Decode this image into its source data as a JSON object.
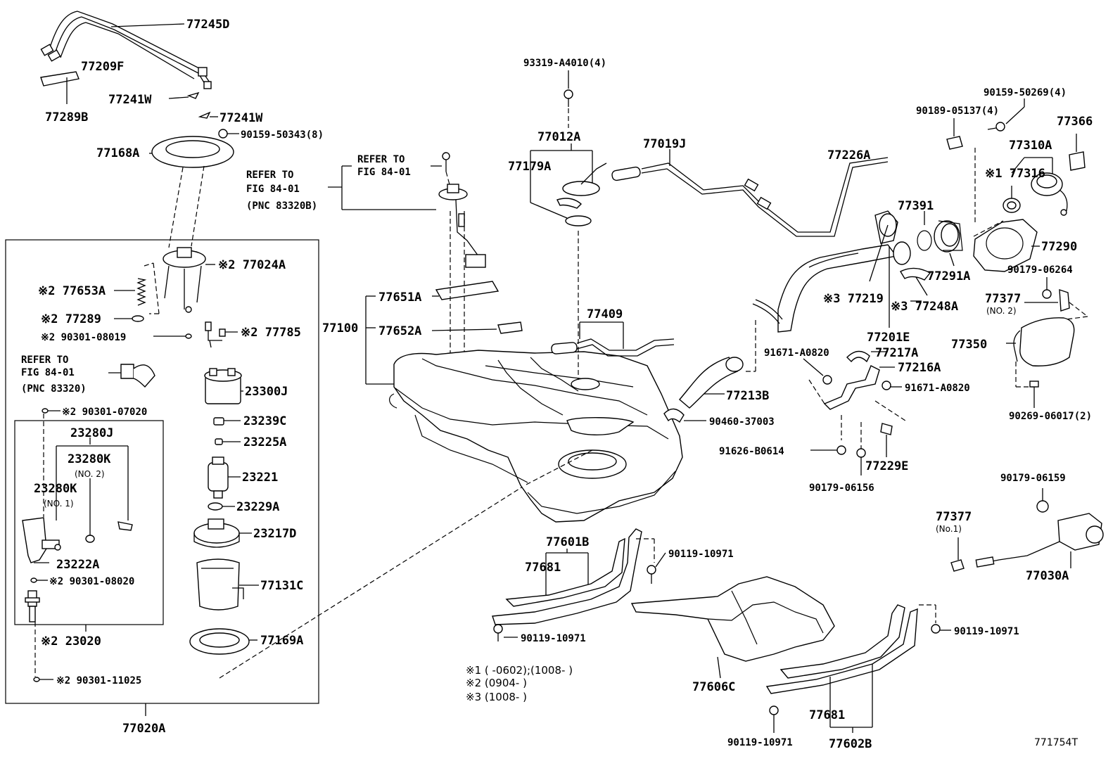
{
  "diagram": {
    "figure_id": "771754T",
    "notes": {
      "n1": "※1 (     -0602);(1008-     )",
      "n2": "※2 (0904-     )",
      "n3": "※3 (1008-     )"
    },
    "labels": {
      "p77245D": "77245D",
      "p77209F": "77209F",
      "p77289B": "77289B",
      "p77241W_a": "77241W",
      "p77241W_b": "77241W",
      "p90159_50343": "90159-50343(8)",
      "p77168A": "77168A",
      "refer1_a": "REFER TO",
      "refer1_b": "FIG 84-01",
      "refer1_c": "(PNC 83320B)",
      "refer2_a": "REFER TO",
      "refer2_b": "FIG 84-01",
      "p77024A": "※2 77024A",
      "p77653A": "※2 77653A",
      "p77289": "※2 77289",
      "p90301_08019": "※2 90301-08019",
      "p77785": "※2 77785",
      "refer3_a": "REFER TO",
      "refer3_b": "FIG 84-01",
      "refer3_c": "(PNC 83320)",
      "p23300J": "23300J",
      "p90301_07020": "※2 90301-07020",
      "p23239C": "23239C",
      "p23280J": "23280J",
      "p23225A": "23225A",
      "p23280K2": "23280K",
      "p23280K2_sub": "(NO. 2)",
      "p23221": "23221",
      "p23280K1": "23280K",
      "p23280K1_sub": "(NO. 1)",
      "p23229A": "23229A",
      "p23217D": "23217D",
      "p23222A": "23222A",
      "p90301_08020": "※2 90301-08020",
      "p77131C": "77131C",
      "p23020": "※2 23020",
      "p77169A": "77169A",
      "p90301_11025": "※2 90301-11025",
      "p77020A": "77020A",
      "p93319": "93319-A4010(4)",
      "p77012A": "77012A",
      "p77179A": "77179A",
      "p77019J": "77019J",
      "p77226A": "77226A",
      "p77651A": "77651A",
      "p77100": "77100",
      "p77652A": "77652A",
      "p77409": "77409",
      "p90189": "90189-05137(4)",
      "p90159_50269": "90159-50269(4)",
      "p77366": "77366",
      "p77310A": "77310A",
      "p77316": "※1 77316",
      "p77391": "77391",
      "p77290": "77290",
      "p77291A": "77291A",
      "p90179_06264": "90179-06264",
      "p77219": "※3 77219",
      "p77248A": "※3 77248A",
      "p77377_2": "77377",
      "p77377_2_sub": "(NO. 2)",
      "p77201E": "77201E",
      "p91671_a": "91671-A0820",
      "p77217A": "77217A",
      "p77350": "77350",
      "p77216A": "77216A",
      "p91671_b": "91671-A0820",
      "p77213B": "77213B",
      "p90460": "90460-37003",
      "p90269": "90269-06017(2)",
      "p91626": "91626-B0614",
      "p77229E": "77229E",
      "p90179_06156": "90179-06156",
      "p90179_06159": "90179-06159",
      "p77377_1": "77377",
      "p77377_1_sub": "(No.1)",
      "p77030A": "77030A",
      "p77601B": "77601B",
      "p77681_a": "77681",
      "p90119_a": "90119-10971",
      "p90119_b": "90119-10971",
      "p90119_c": "90119-10971",
      "p90119_d": "90119-10971",
      "p77606C": "77606C",
      "p77681_b": "77681",
      "p77602B": "77602B"
    }
  }
}
